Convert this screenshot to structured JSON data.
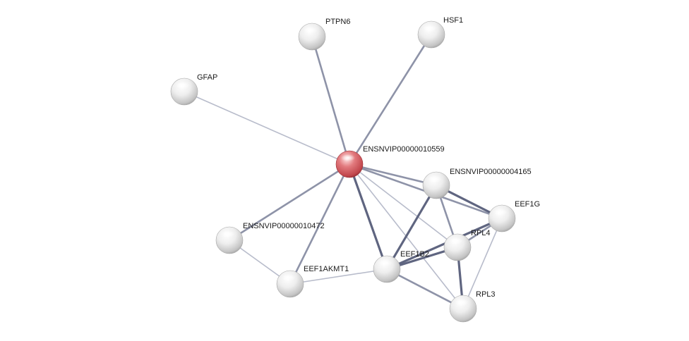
{
  "network": {
    "query_node": "ENSNVIP00000010559",
    "nodes": [
      {
        "id": "ENSNVIP00000010559",
        "label": "ENSNVIP00000010559",
        "type": "query"
      },
      {
        "id": "PTPN6",
        "label": "PTPN6",
        "type": "partner"
      },
      {
        "id": "HSF1",
        "label": "HSF1",
        "type": "partner"
      },
      {
        "id": "GFAP",
        "label": "GFAP",
        "type": "partner"
      },
      {
        "id": "ENSNVIP00000004165",
        "label": "ENSNVIP00000004165",
        "type": "partner"
      },
      {
        "id": "EEF1G",
        "label": "EEF1G",
        "type": "partner"
      },
      {
        "id": "RPL4",
        "label": "RPL4",
        "type": "partner"
      },
      {
        "id": "ENSNVIP00000010472",
        "label": "ENSNVIP00000010472",
        "type": "partner"
      },
      {
        "id": "EEF1B2",
        "label": "EEF1B2",
        "type": "partner"
      },
      {
        "id": "EEF1AKMT1",
        "label": "EEF1AKMT1",
        "type": "partner"
      },
      {
        "id": "RPL3",
        "label": "RPL3",
        "type": "partner"
      }
    ],
    "edges": [
      {
        "source": "ENSNVIP00000010559",
        "target": "PTPN6",
        "strength": "medium"
      },
      {
        "source": "ENSNVIP00000010559",
        "target": "HSF1",
        "strength": "medium"
      },
      {
        "source": "ENSNVIP00000010559",
        "target": "GFAP",
        "strength": "weak"
      },
      {
        "source": "ENSNVIP00000010559",
        "target": "ENSNVIP00000004165",
        "strength": "medium"
      },
      {
        "source": "ENSNVIP00000010559",
        "target": "EEF1G",
        "strength": "medium"
      },
      {
        "source": "ENSNVIP00000010559",
        "target": "RPL4",
        "strength": "weak"
      },
      {
        "source": "ENSNVIP00000010559",
        "target": "ENSNVIP00000010472",
        "strength": "medium"
      },
      {
        "source": "ENSNVIP00000010559",
        "target": "EEF1B2",
        "strength": "strong"
      },
      {
        "source": "ENSNVIP00000010559",
        "target": "EEF1AKMT1",
        "strength": "medium"
      },
      {
        "source": "ENSNVIP00000010559",
        "target": "RPL3",
        "strength": "weak"
      },
      {
        "source": "ENSNVIP00000004165",
        "target": "EEF1G",
        "strength": "strong"
      },
      {
        "source": "ENSNVIP00000004165",
        "target": "RPL4",
        "strength": "medium"
      },
      {
        "source": "ENSNVIP00000004165",
        "target": "EEF1B2",
        "strength": "strong"
      },
      {
        "source": "EEF1G",
        "target": "RPL4",
        "strength": "medium"
      },
      {
        "source": "EEF1G",
        "target": "EEF1B2",
        "strength": "strong"
      },
      {
        "source": "EEF1G",
        "target": "RPL3",
        "strength": "weak"
      },
      {
        "source": "RPL4",
        "target": "EEF1B2",
        "strength": "strong"
      },
      {
        "source": "RPL4",
        "target": "RPL3",
        "strength": "strong"
      },
      {
        "source": "EEF1B2",
        "target": "RPL3",
        "strength": "medium"
      },
      {
        "source": "EEF1B2",
        "target": "EEF1AKMT1",
        "strength": "weak"
      },
      {
        "source": "ENSNVIP00000010472",
        "target": "EEF1AKMT1",
        "strength": "weak"
      }
    ],
    "colors": {
      "query_node": "#d9545a",
      "partner_node": "#e8e8e8",
      "edge_strong": "#5f6580",
      "edge_medium": "#8e93a8",
      "edge_weak": "#b8bccb"
    }
  }
}
